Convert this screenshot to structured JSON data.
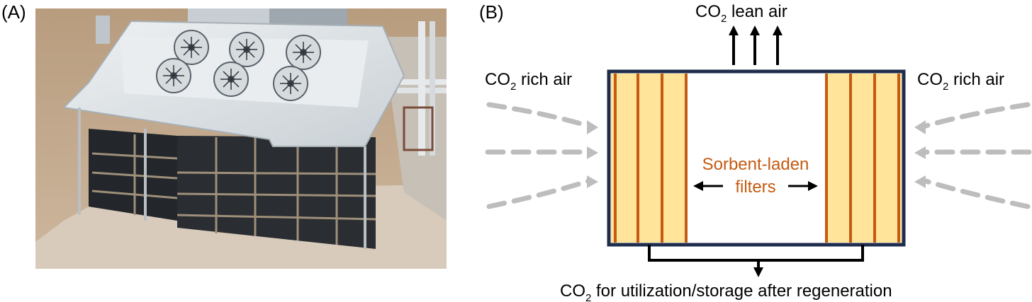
{
  "panel_a": {
    "label": "(A)"
  },
  "panel_b": {
    "label": "(B)",
    "top_label": {
      "main": "CO",
      "sub": "2",
      "rest": " lean air"
    },
    "left_label": {
      "main": "CO",
      "sub": "2",
      "rest": " rich air"
    },
    "right_label": {
      "main": "CO",
      "sub": "2",
      "rest": " rich air"
    },
    "center_label_line1": "Sorbent-laden",
    "center_label_line2": "filters",
    "bottom_label": {
      "main": "CO",
      "sub": "2",
      "rest": " for utilization/storage after regeneration"
    }
  },
  "colors": {
    "frame": "#1f2d4d",
    "filter_fill": "#ffe49a",
    "filter_lines": "#c55a11",
    "airflow_dashes": "#bdbdbd",
    "center_text": "#c55a11"
  },
  "icons": [
    "fan-icon",
    "arrow-up-icon",
    "arrow-down-icon",
    "double-arrow-icon"
  ]
}
